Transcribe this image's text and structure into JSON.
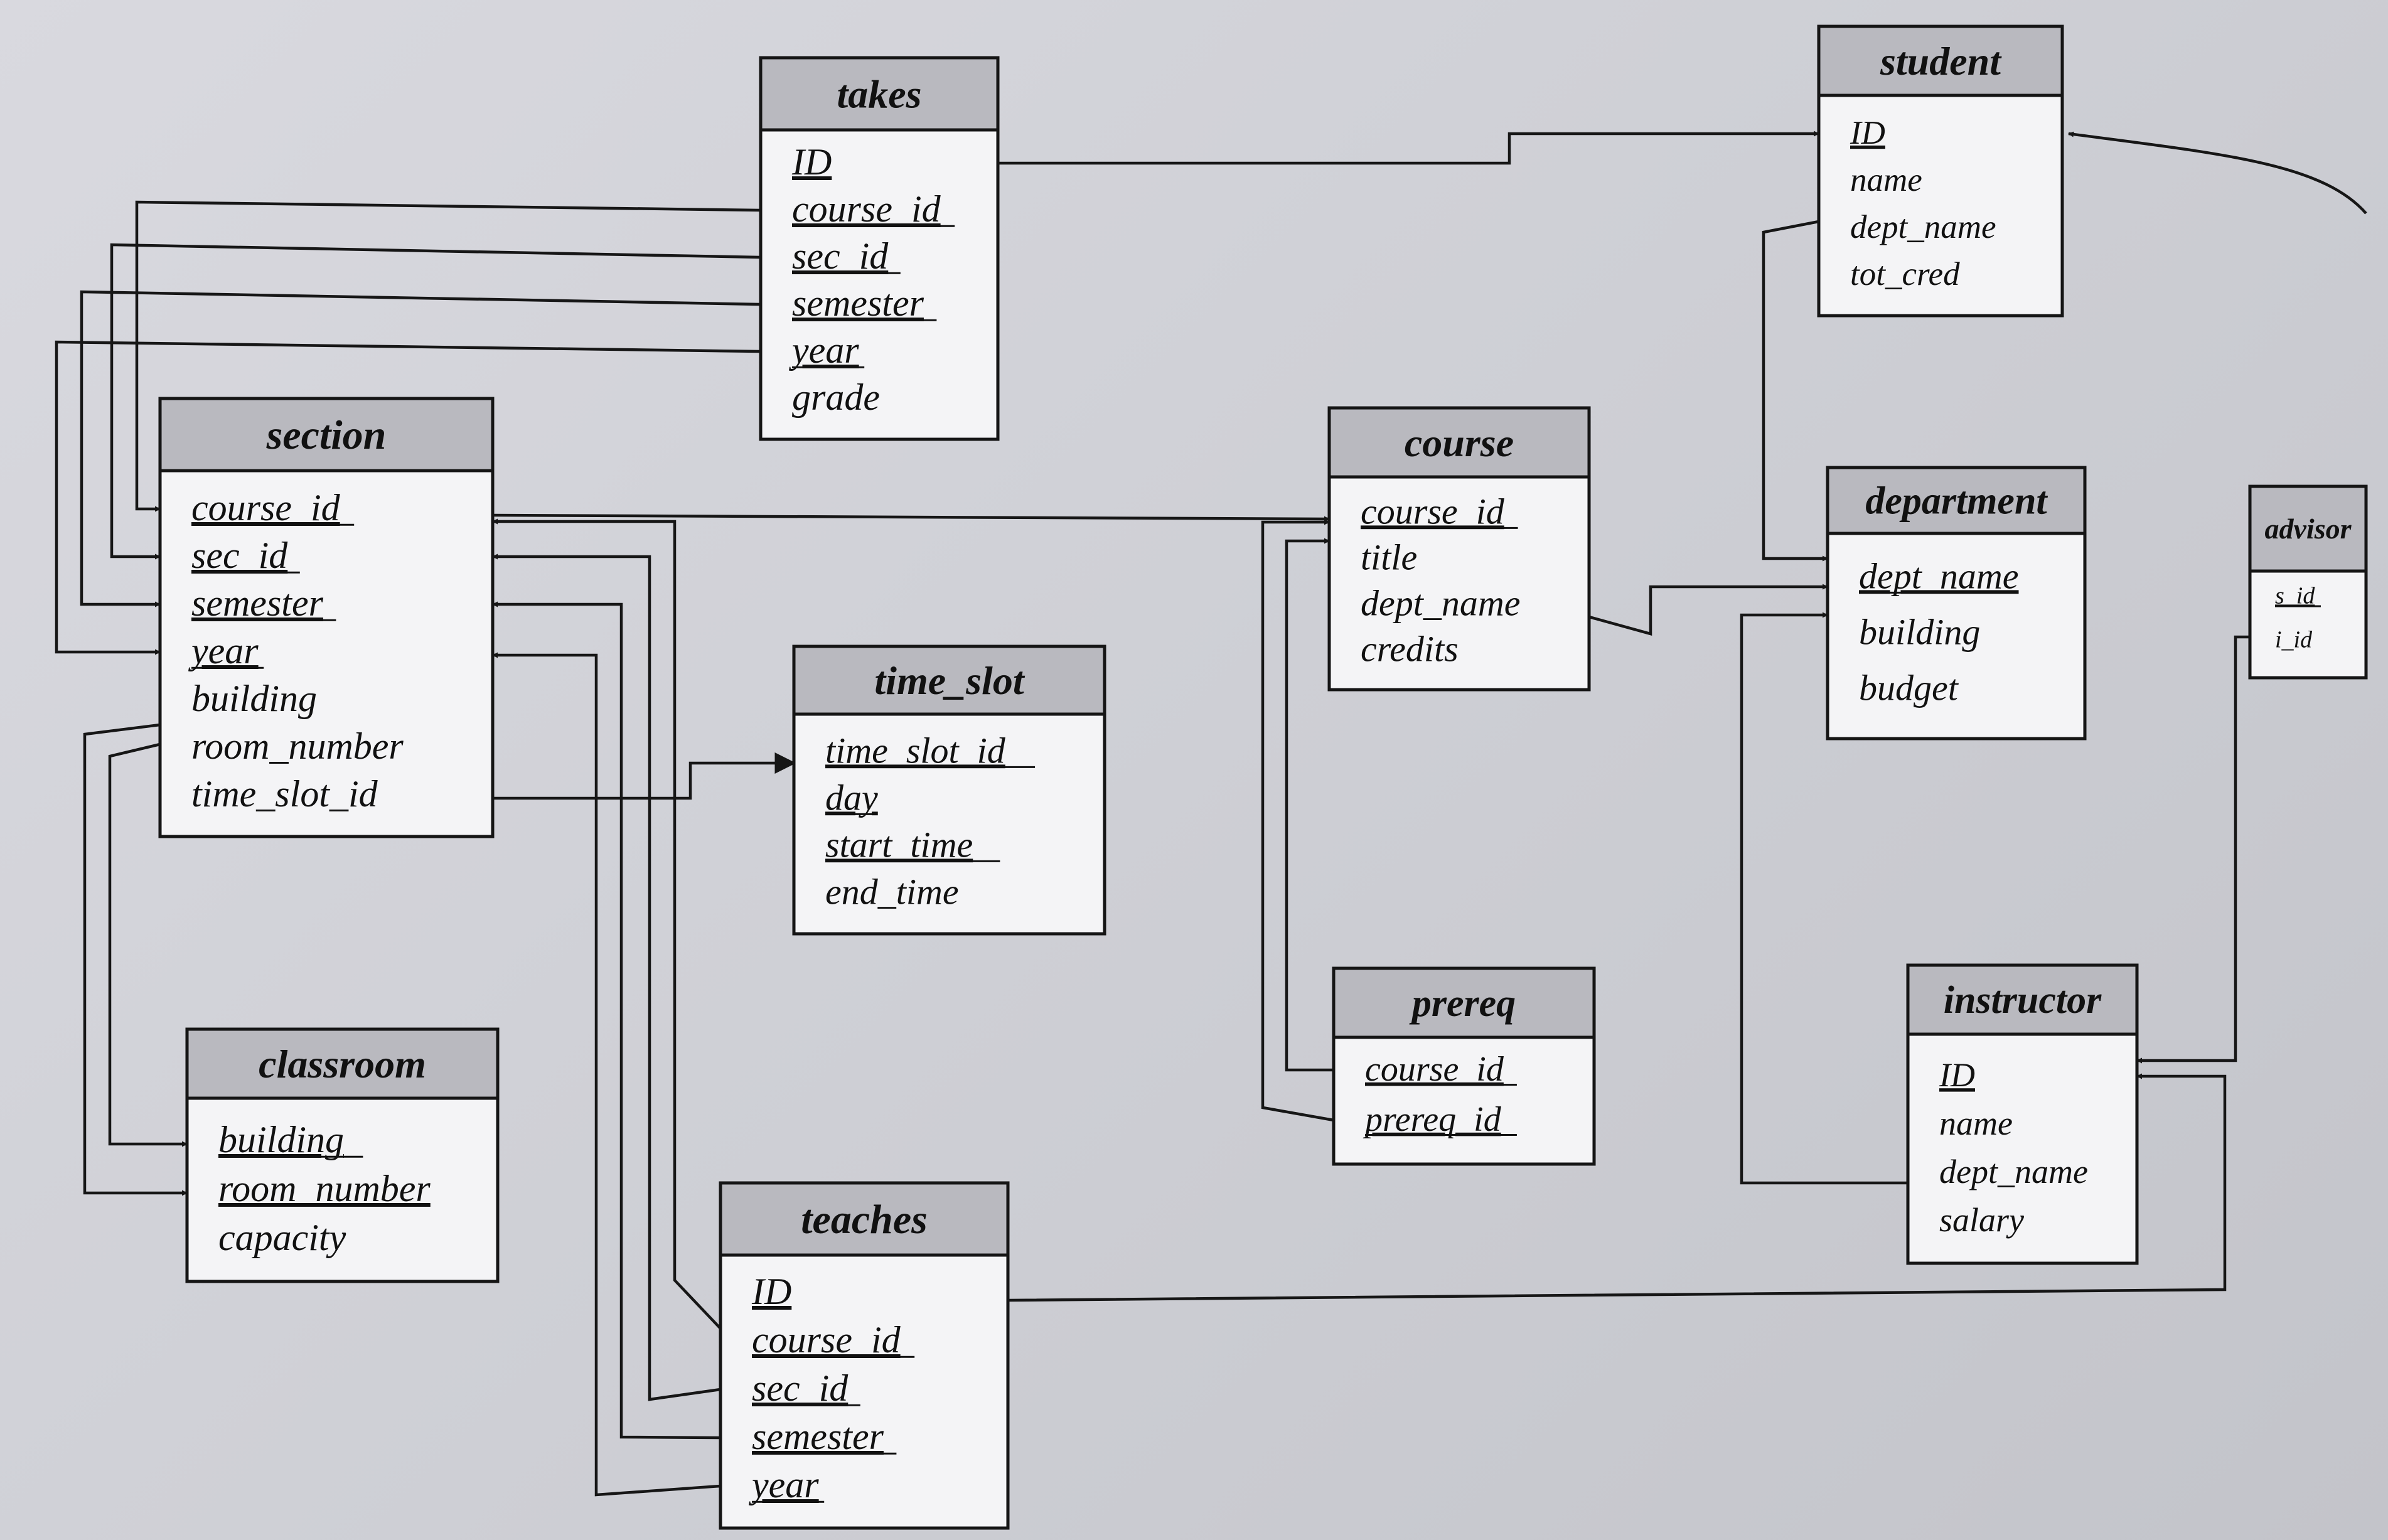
{
  "tables": {
    "takes": {
      "title": "takes",
      "attrs": [
        {
          "n": "ID",
          "pk": true
        },
        {
          "n": "course_id",
          "pk": true
        },
        {
          "n": "sec_id",
          "pk": true
        },
        {
          "n": "semester",
          "pk": true
        },
        {
          "n": "year",
          "pk": true
        },
        {
          "n": "grade",
          "pk": false
        }
      ]
    },
    "student": {
      "title": "student",
      "attrs": [
        {
          "n": "ID",
          "pk": true
        },
        {
          "n": "name",
          "pk": false
        },
        {
          "n": "dept_name",
          "pk": false
        },
        {
          "n": "tot_cred",
          "pk": false
        }
      ]
    },
    "section": {
      "title": "section",
      "attrs": [
        {
          "n": "course_id",
          "pk": true
        },
        {
          "n": "sec_id",
          "pk": true
        },
        {
          "n": "semester",
          "pk": true
        },
        {
          "n": "year",
          "pk": true
        },
        {
          "n": "building",
          "pk": false
        },
        {
          "n": "room_number",
          "pk": false
        },
        {
          "n": "time_slot_id",
          "pk": false
        }
      ]
    },
    "course": {
      "title": "course",
      "attrs": [
        {
          "n": "course_id",
          "pk": true
        },
        {
          "n": "title",
          "pk": false
        },
        {
          "n": "dept_name",
          "pk": false
        },
        {
          "n": "credits",
          "pk": false
        }
      ]
    },
    "department": {
      "title": "department",
      "attrs": [
        {
          "n": "dept_name",
          "pk": true
        },
        {
          "n": "building",
          "pk": false
        },
        {
          "n": "budget",
          "pk": false
        }
      ]
    },
    "advisor": {
      "title": "advisor",
      "attrs": [
        {
          "n": "s_id",
          "pk": true
        },
        {
          "n": "i_id",
          "pk": false
        }
      ]
    },
    "time_slot": {
      "title": "time_slot",
      "attrs": [
        {
          "n": "time_slot_id",
          "pk": true
        },
        {
          "n": "day",
          "pk": true
        },
        {
          "n": "start_time",
          "pk": true
        },
        {
          "n": "end_time",
          "pk": false
        }
      ]
    },
    "prereq": {
      "title": "prereq",
      "attrs": [
        {
          "n": "course_id",
          "pk": true
        },
        {
          "n": "prereq_id",
          "pk": true
        }
      ]
    },
    "instructor": {
      "title": "instructor",
      "attrs": [
        {
          "n": "ID",
          "pk": true
        },
        {
          "n": "name",
          "pk": false
        },
        {
          "n": "dept_name",
          "pk": false
        },
        {
          "n": "salary",
          "pk": false
        }
      ]
    },
    "classroom": {
      "title": "classroom",
      "attrs": [
        {
          "n": "building",
          "pk": true
        },
        {
          "n": "room_number",
          "pk": true
        },
        {
          "n": "capacity",
          "pk": false
        }
      ]
    },
    "teaches": {
      "title": "teaches",
      "attrs": [
        {
          "n": "ID",
          "pk": true
        },
        {
          "n": "course_id",
          "pk": true
        },
        {
          "n": "sec_id",
          "pk": true
        },
        {
          "n": "semester",
          "pk": true
        },
        {
          "n": "year",
          "pk": true
        }
      ]
    }
  },
  "relationships": [
    {
      "from": "takes.ID",
      "to": "student.ID"
    },
    {
      "from": "takes.course_id",
      "to": "section.course_id"
    },
    {
      "from": "takes.sec_id",
      "to": "section.sec_id"
    },
    {
      "from": "takes.semester",
      "to": "section.semester"
    },
    {
      "from": "takes.year",
      "to": "section.year"
    },
    {
      "from": "section.course_id",
      "to": "course.course_id"
    },
    {
      "from": "section.time_slot_id",
      "to": "time_slot.time_slot_id"
    },
    {
      "from": "section.building",
      "to": "classroom.building"
    },
    {
      "from": "section.room_number",
      "to": "classroom.room_number"
    },
    {
      "from": "teaches.course_id",
      "to": "section.course_id"
    },
    {
      "from": "teaches.sec_id",
      "to": "section.sec_id"
    },
    {
      "from": "teaches.semester",
      "to": "section.semester"
    },
    {
      "from": "teaches.year",
      "to": "section.year"
    },
    {
      "from": "teaches.ID",
      "to": "instructor.ID"
    },
    {
      "from": "course.dept_name",
      "to": "department.dept_name"
    },
    {
      "from": "student.dept_name",
      "to": "department.dept_name"
    },
    {
      "from": "instructor.dept_name",
      "to": "department.dept_name"
    },
    {
      "from": "prereq.course_id",
      "to": "course.course_id"
    },
    {
      "from": "prereq.prereq_id",
      "to": "course.course_id"
    },
    {
      "from": "advisor.s_id",
      "to": "student.ID"
    },
    {
      "from": "advisor.i_id",
      "to": "instructor.ID"
    }
  ]
}
